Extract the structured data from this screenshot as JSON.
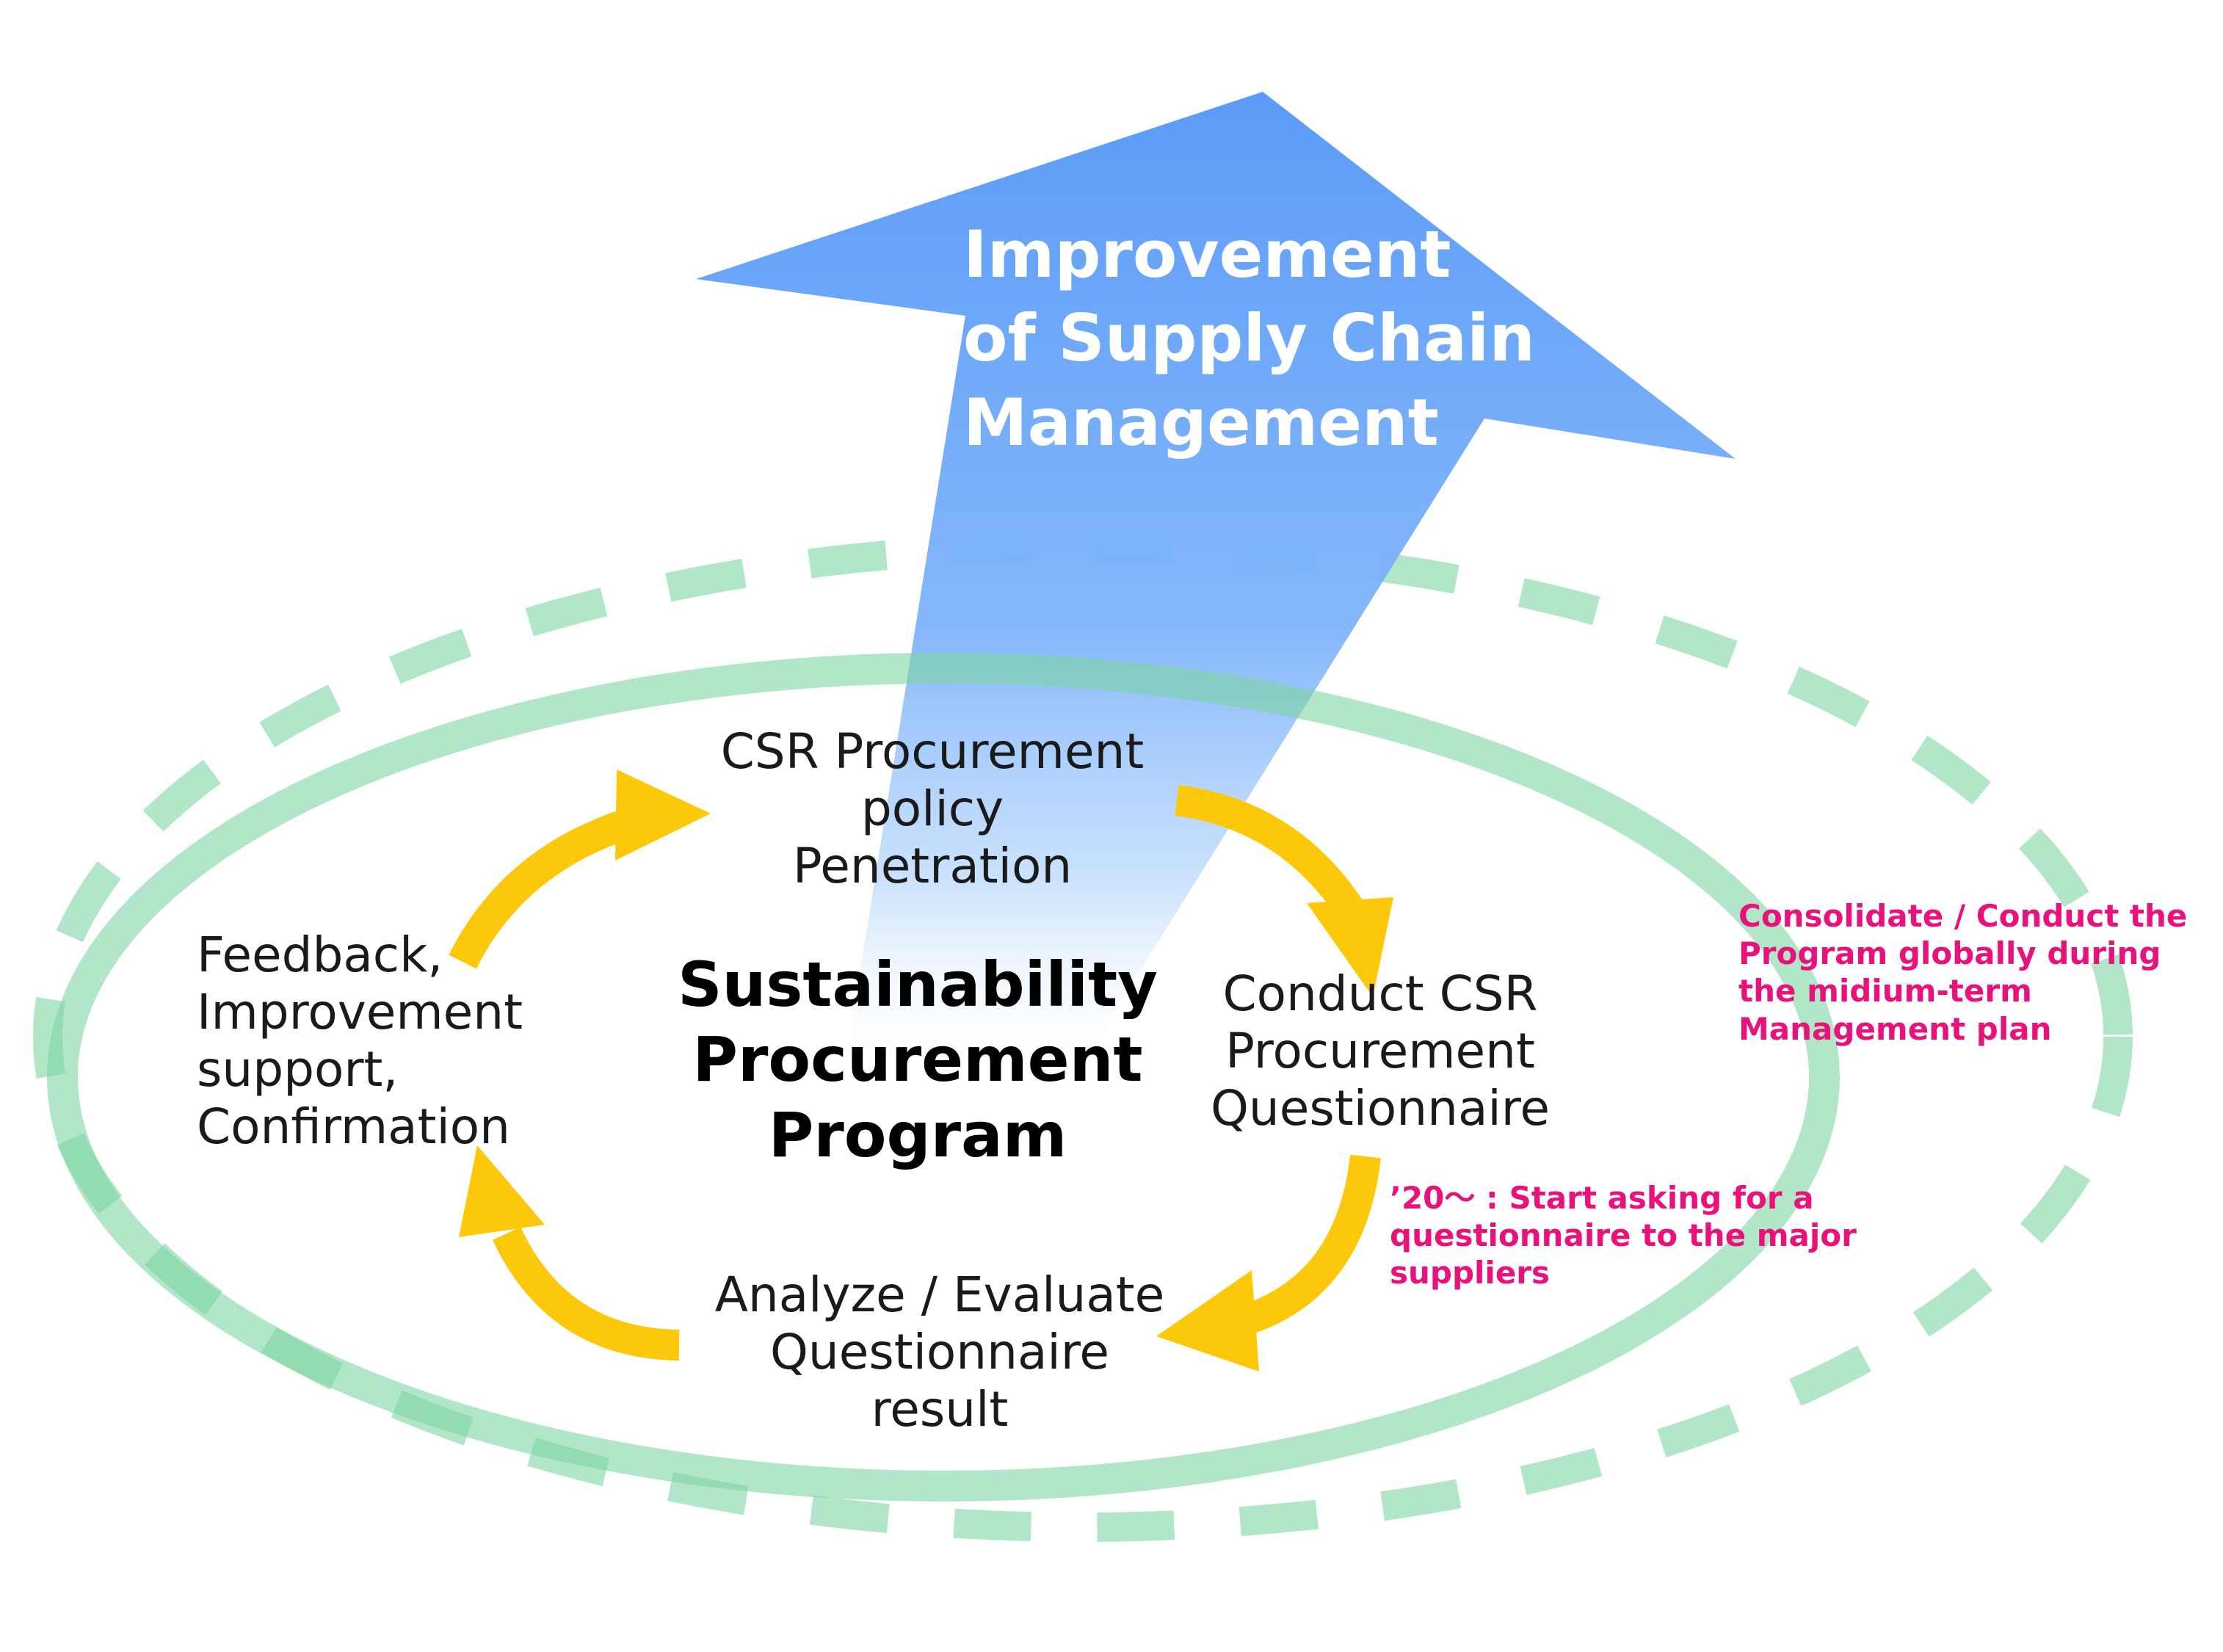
{
  "colors": {
    "big_arrow_top": "#5b9bf8",
    "big_arrow_bottom": "#ffffff",
    "ellipse_green": "#7fd6a4",
    "cycle_arrow_yellow": "#fcc80a",
    "center_text": "#000000",
    "step_text": "#1a1a1a",
    "note_text": "#e8127a"
  },
  "arrow": {
    "title": "Improvement\nof Supply Chain\nManagement"
  },
  "center": {
    "title": "Sustainability\nProcurement\nProgram"
  },
  "steps": {
    "policy": "CSR Procurement\npolicy\nPenetration",
    "conduct": "Conduct CSR\nProcurement\nQuestionnaire",
    "analyze": "Analyze / Evaluate\nQuestionnaire\nresult",
    "feedback": "Feedback,\nImprovement\nsupport,\nConfirmation"
  },
  "notes": {
    "global": "Consolidate / Conduct the\nProgram globally during\nthe midium-term\nManagement plan",
    "start": "’20～ : Start asking for a\nquestionnaire to the major\nsuppliers"
  },
  "icons": {
    "big_arrow": "up-right-arrow-icon",
    "cycle_arrows": "curved-arrow-icon"
  }
}
